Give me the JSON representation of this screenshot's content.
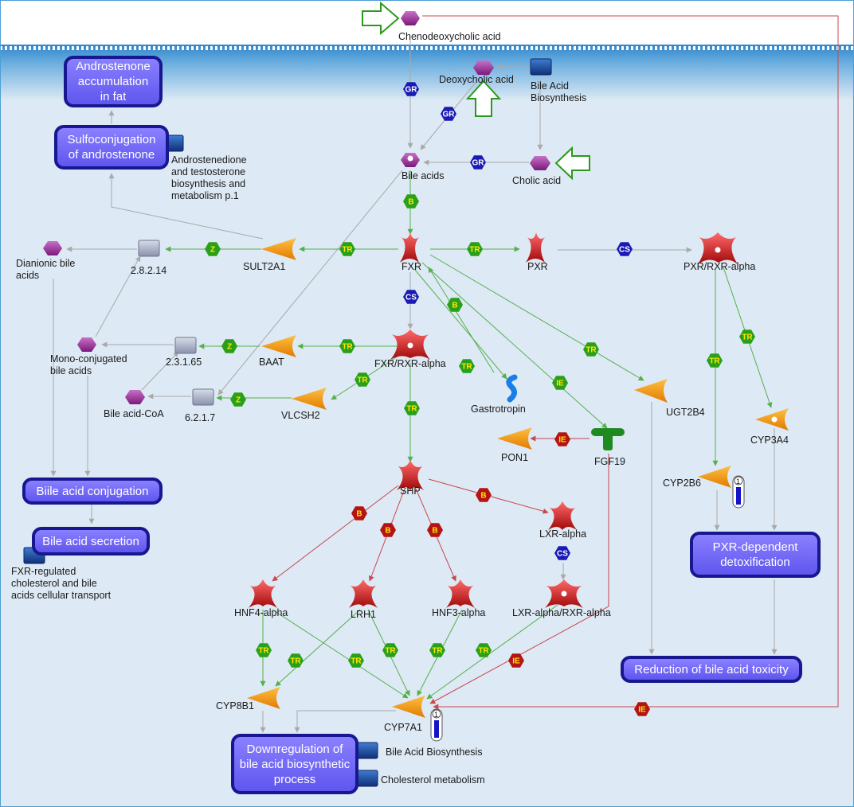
{
  "nodes": {
    "chenodeoxycholic": "Chenodeoxycholic acid",
    "deoxycholic": "Deoxycholic acid",
    "bile_acid_biosynthesis_top": "Bile Acid\nBiosynthesis",
    "bile_acids": "Bile acids",
    "cholic": "Cholic acid",
    "androstenedione": "Androstenedione\nand testosterone\nbiosynthesis and\nmetabolism p.1",
    "dianionic": "Dianionic bile\nacids",
    "e28214": "2.8.2.14",
    "sult2a1": "SULT2A1",
    "fxr": "FXR",
    "pxr": "PXR",
    "pxr_rxr": "PXR/RXR-alpha",
    "mono_conj": "Mono-conjugated\nbile acids",
    "e23165": "2.3.1.65",
    "baat": "BAAT",
    "fxr_rxr": "FXR/RXR-alpha",
    "gastrotropin": "Gastrotropin",
    "ugt2b4": "UGT2B4",
    "cyp3a4": "CYP3A4",
    "bile_acid_coa": "Bile acid-CoA",
    "e6217": "6.2.1.7",
    "vlcsh2": "VLCSH2",
    "pon1": "PON1",
    "fgf19": "FGF19",
    "cyp2b6": "CYP2B6",
    "shp": "SHP",
    "lxr_alpha": "LXR-alpha",
    "fxr_regulated": "FXR-regulated\ncholesterol and bile\nacids cellular transport",
    "hnf4": "HNF4-alpha",
    "lrh1": "LRH1",
    "hnf3": "HNF3-alpha",
    "lxr_rxr": "LXR-alpha/RXR-alpha",
    "cyp8b1": "CYP8B1",
    "cyp7a1": "CYP7A1",
    "bile_acid_biosynthesis_bottom": "Bile Acid Biosynthesis",
    "cholesterol_metabolism": "Cholesterol metabolism",
    "thermo_value": "1"
  },
  "processes": {
    "androstenone_accumulation": "Androstenone accumulation in fat",
    "sulfoconjugation": "Sulfoconjugation of androstenone",
    "bile_acid_conjugation": "Biile acid conjugation",
    "bile_acid_secretion": "Bile acid secretion",
    "pxr_detox": "PXR-dependent detoxification",
    "reduction_toxicity": "Reduction of bile acid toxicity",
    "downregulation": "Downregulation of bile acid biosynthetic process"
  },
  "badges": {
    "gr": "GR",
    "b": "B",
    "tr": "TR",
    "cs": "CS",
    "z": "Z",
    "ie": "IE"
  },
  "colors": {
    "green_link": "#55b04a",
    "red_link": "#c8484e",
    "gray_link": "#a9a9a9",
    "process_fill": "#6b62f2",
    "process_border": "#17178f",
    "compound": "#a030a0",
    "receptor": "#c81818",
    "enzyme": "#f59a1a",
    "badge_green": "#2aa01a",
    "badge_blue": "#1a1ab4",
    "badge_red": "#b41414",
    "membrane": "#5a9ed6",
    "background": "#dde9f4"
  }
}
